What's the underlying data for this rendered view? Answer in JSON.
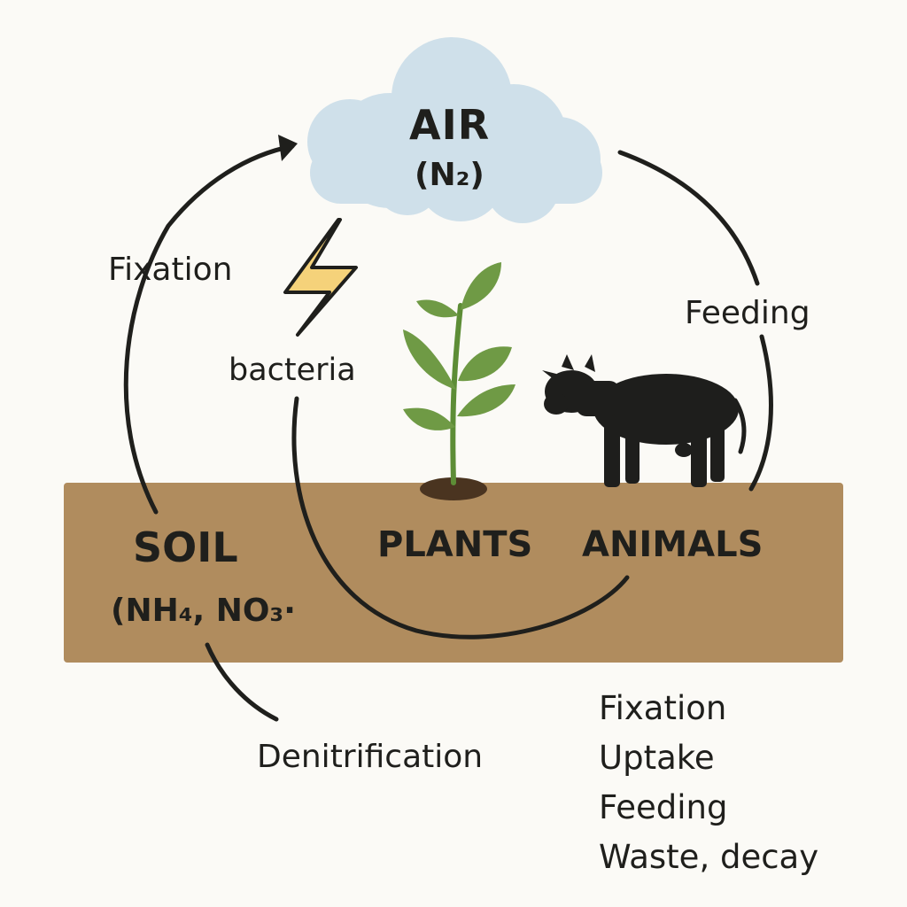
{
  "air": {
    "title": "AIR",
    "formula": "(N₂)"
  },
  "soil": {
    "title": "SOIL",
    "formula": "(NH₄, NO₃·"
  },
  "labels": {
    "fixation": "Fixation",
    "bacteria": "bacteria",
    "feeding": "Feeding",
    "plants": "PLANTS",
    "animals": "ANIMALS",
    "denitrification": "Denitrification"
  },
  "legend": [
    "Fixation",
    "Uptake",
    "Feeding",
    "Waste, decay"
  ],
  "icons": {
    "cloud": "cloud-icon",
    "lightning": "lightning-bolt-icon",
    "plant": "seedling-icon",
    "animal": "cow-icon"
  },
  "colors": {
    "background": "#fbfaf6",
    "soil": "#b08c5e",
    "cloud": "#cfe0ea",
    "leaf": "#6f9a45",
    "lightning": "#f5d27a",
    "ink": "#1f1f1c"
  }
}
